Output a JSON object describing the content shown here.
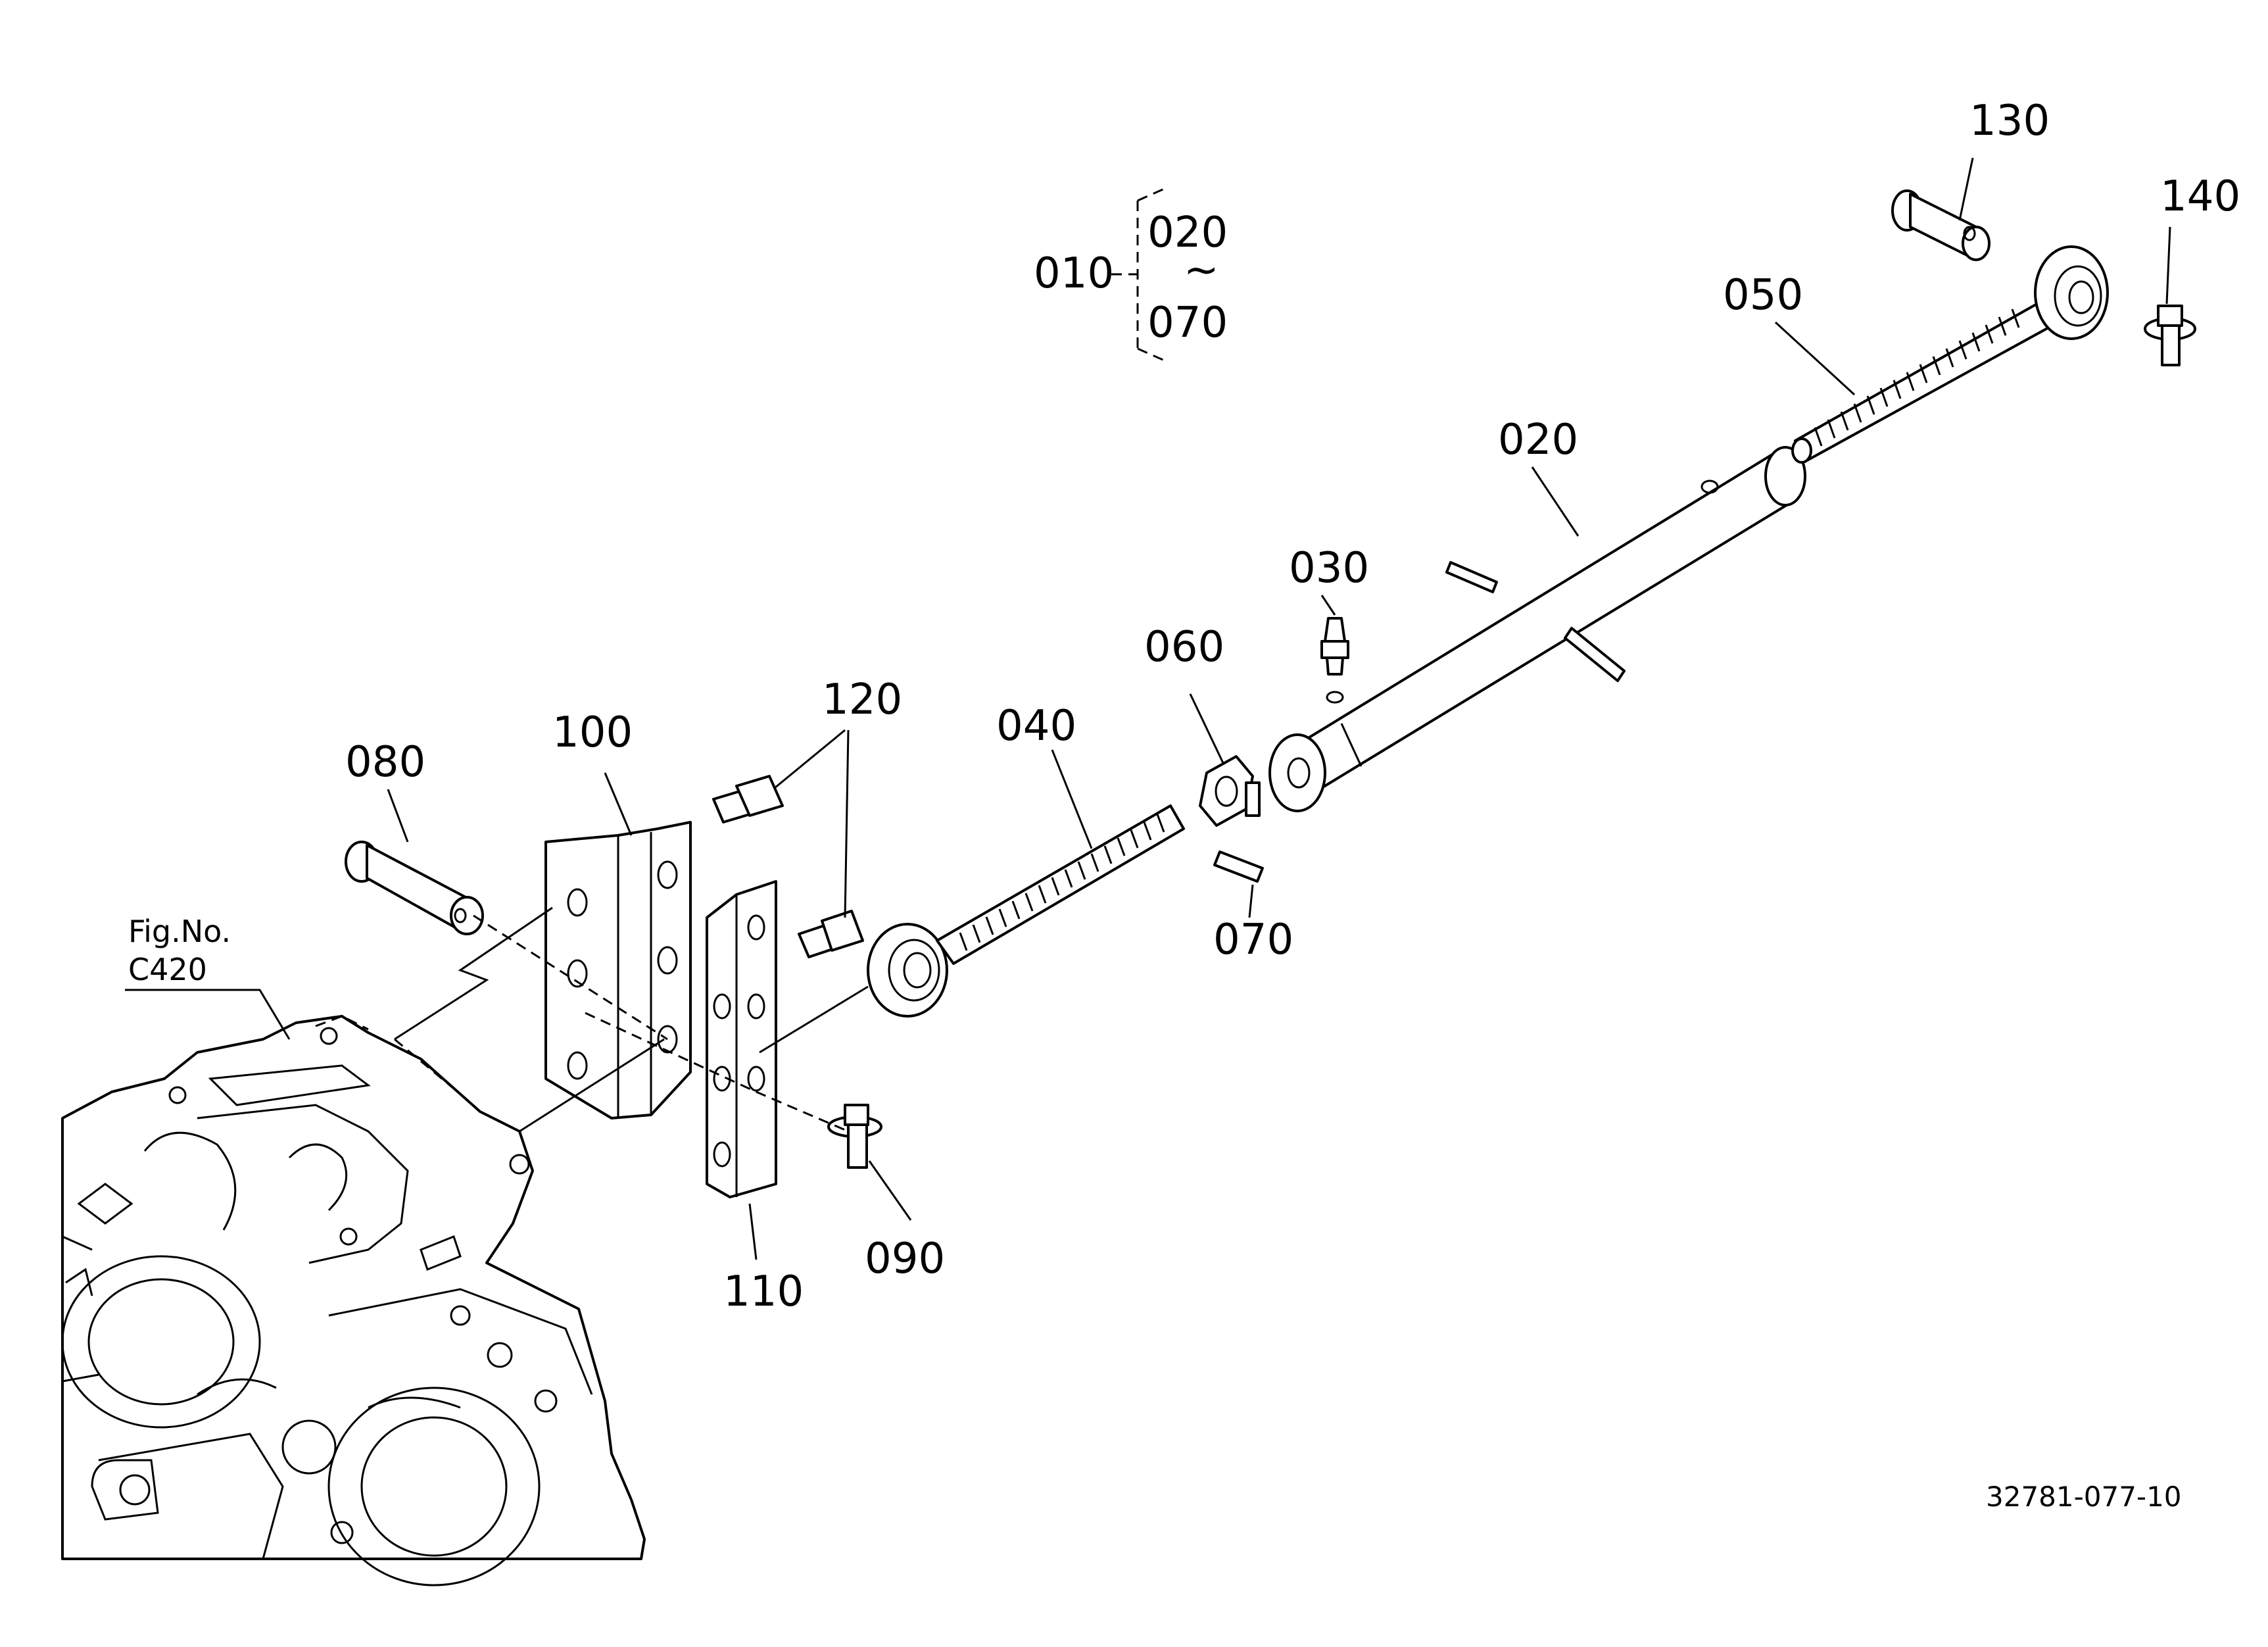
{
  "group": {
    "parent": "010",
    "from": "020",
    "to": "070",
    "tilde": "~"
  },
  "callouts": [
    "020",
    "030",
    "040",
    "050",
    "060",
    "070",
    "080",
    "090",
    "100",
    "110",
    "120",
    "130",
    "140"
  ],
  "reference": {
    "line1": "Fig.No.",
    "line2": "C420"
  },
  "drawing_code": "32781-077-10"
}
